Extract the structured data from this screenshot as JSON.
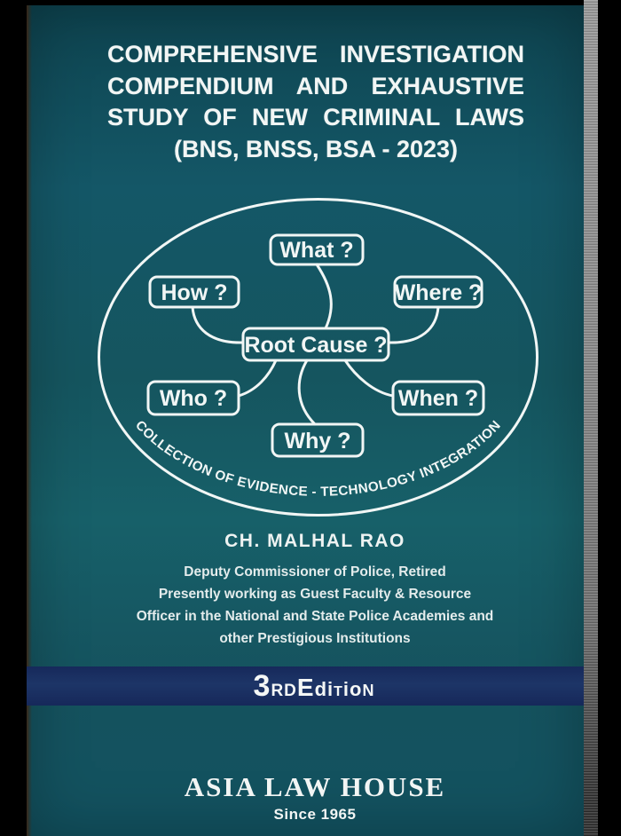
{
  "title": {
    "lines": [
      "COMPREHENSIVE INVESTIGATION",
      "COMPENDIUM AND EXHAUSTIVE",
      "STUDY OF NEW CRIMINAL LAWS",
      "(BNS, BNSS, BSA - 2023)"
    ]
  },
  "diagram": {
    "nodes": {
      "what": "What ?",
      "how": "How ?",
      "where": "Where ?",
      "root": "Root Cause ?",
      "who": "Who ?",
      "when": "When ?",
      "why": "Why ?"
    },
    "arc_text": "COLLECTION OF EVIDENCE - TECHNOLOGY INTEGRATION"
  },
  "author": {
    "name": "CH. MALHAL RAO",
    "bio_lines": [
      "Deputy Commissioner of Police, Retired",
      "Presently working as Guest Faculty & Resource",
      "Officer in the National and State Police Academies and",
      "other Prestigious Institutions"
    ]
  },
  "edition": {
    "label": "3rd Edition",
    "parts": [
      {
        "text": "3",
        "size": 34
      },
      {
        "text": "rd",
        "size": 19,
        "caps": true
      },
      {
        "text": " ",
        "size": 26
      },
      {
        "text": "E",
        "size": 28
      },
      {
        "text": "di",
        "size": 22
      },
      {
        "text": "t",
        "size": 16,
        "caps": true
      },
      {
        "text": "io",
        "size": 22
      },
      {
        "text": "n",
        "size": 18,
        "caps": true
      }
    ]
  },
  "publisher": {
    "name": "ASIA LAW HOUSE",
    "since": "Since 1965"
  },
  "colors": {
    "cover_teal": "#15555f",
    "band_navy": "#1d3567",
    "ink_white": "#f2f6f5",
    "page_edge_gray": "#8a8a8a"
  }
}
